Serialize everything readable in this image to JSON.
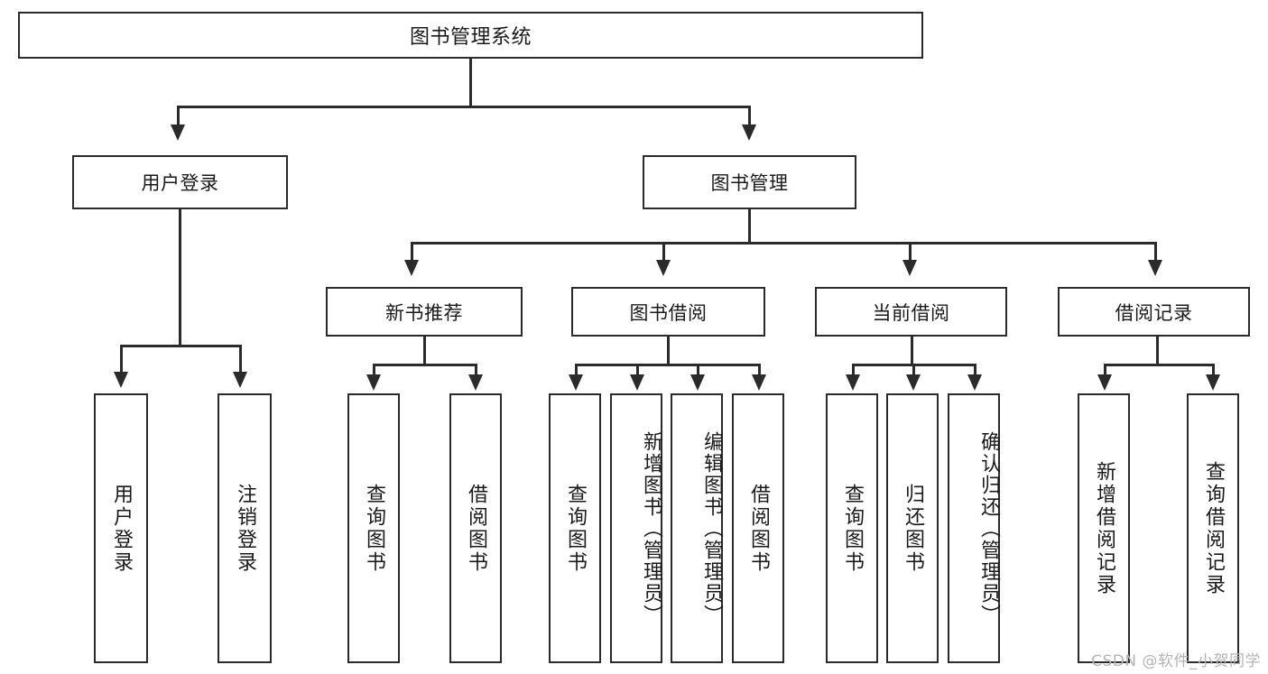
{
  "diagram": {
    "title": "图书管理系统",
    "watermark": "CSDN @软件_小贺同学",
    "type": "tree-hierarchy-diagram",
    "colors": {
      "background": "#ffffff",
      "box_border": "#2b2b2b",
      "box_fill": "#ffffff",
      "text": "#1a1a1a",
      "connector": "#2b2b2b",
      "watermark": "#b4b4b4"
    },
    "level2": [
      {
        "label": "用户登录"
      },
      {
        "label": "图书管理"
      }
    ],
    "level3": [
      {
        "label": "新书推荐"
      },
      {
        "label": "图书借阅"
      },
      {
        "label": "当前借阅"
      },
      {
        "label": "借阅记录"
      }
    ],
    "leaves": {
      "user_login": [
        {
          "label": "用户登录"
        },
        {
          "label": "注销登录"
        }
      ],
      "new_book_recommend": [
        {
          "label": "查询图书"
        },
        {
          "label": "借阅图书"
        }
      ],
      "book_borrow": [
        {
          "label": "查询图书"
        },
        {
          "label": "新增图书（管理员）"
        },
        {
          "label": "编辑图书（管理员）"
        },
        {
          "label": "借阅图书"
        }
      ],
      "current_borrow": [
        {
          "label": "查询图书"
        },
        {
          "label": "归还图书"
        },
        {
          "label": "确认归还（管理员）"
        }
      ],
      "borrow_record": [
        {
          "label": "新增借阅记录"
        },
        {
          "label": "查询借阅记录"
        }
      ]
    }
  }
}
